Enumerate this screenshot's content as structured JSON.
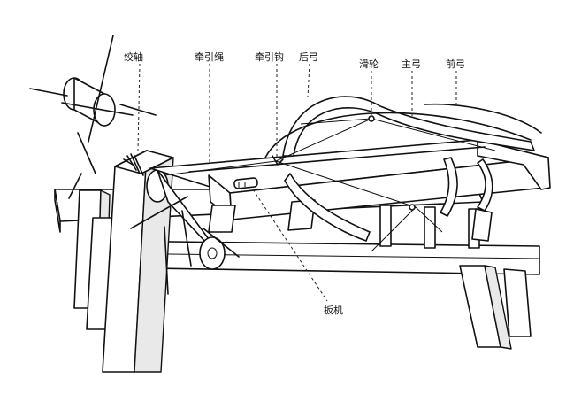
{
  "labels": {
    "winch": "绞轴",
    "pull_rope": "牵引绳",
    "pull_hook": "牵引钩",
    "rear_bow": "后弓",
    "pulley": "滑轮",
    "main_bow": "主弓",
    "front_bow": "前弓",
    "trigger": "扳机"
  }
}
